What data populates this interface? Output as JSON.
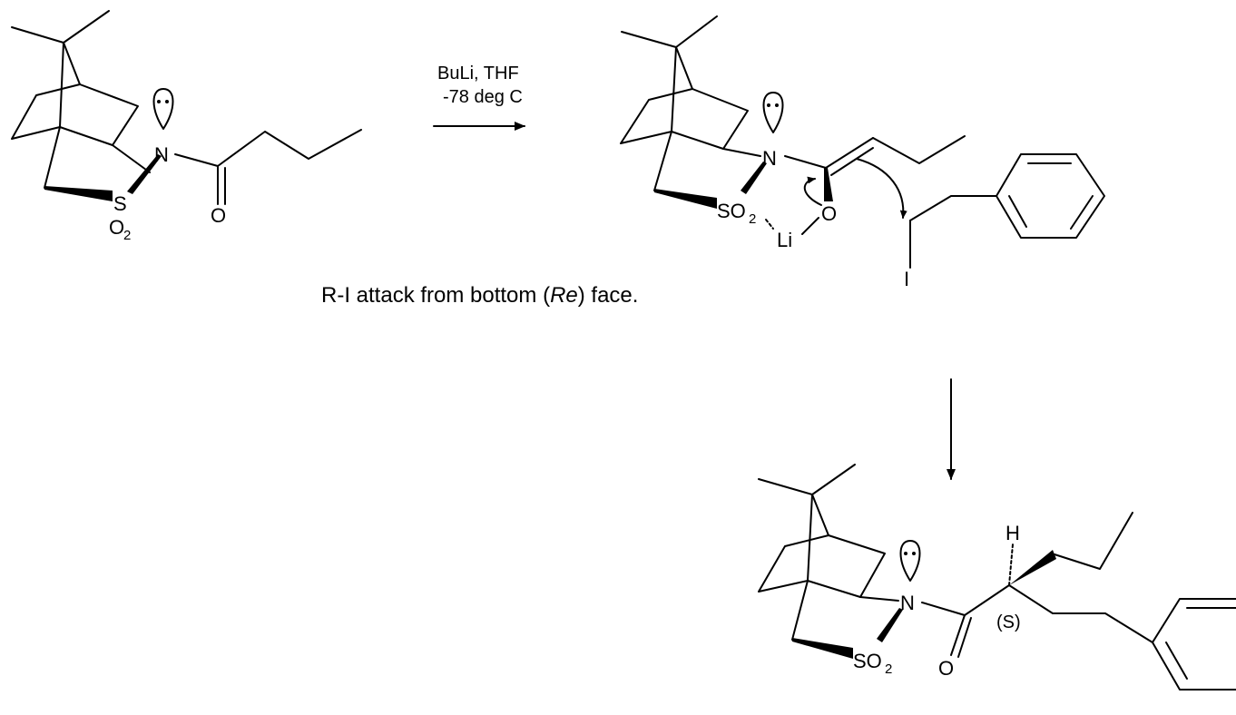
{
  "reaction": {
    "reagent_line1": "BuLi, THF",
    "reagent_line2": "-78 deg C",
    "caption_prefix": "R-I attack from bottom (",
    "caption_face": "Re",
    "caption_suffix": ") face."
  },
  "atoms": {
    "N": "N",
    "S": "S",
    "O": "O",
    "O2_letter": "O",
    "two": "2",
    "SO_letters": "SO",
    "Li": "Li",
    "I": "I",
    "H": "H",
    "stereo": "(S)"
  }
}
